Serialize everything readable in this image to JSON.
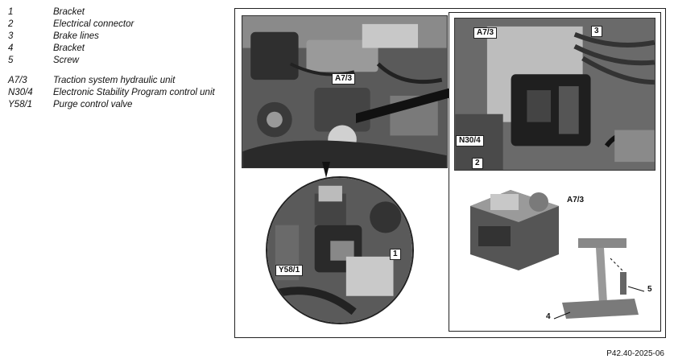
{
  "legend": {
    "parts": [
      {
        "key": "1",
        "label": "Bracket"
      },
      {
        "key": "2",
        "label": "Electrical connector"
      },
      {
        "key": "3",
        "label": "Brake lines"
      },
      {
        "key": "4",
        "label": "Bracket"
      },
      {
        "key": "5",
        "label": "Screw"
      }
    ],
    "components": [
      {
        "key": "A7/3",
        "label": "Traction system hydraulic unit"
      },
      {
        "key": "N30/4",
        "label": "Electronic Stability Program control unit"
      },
      {
        "key": "Y58/1",
        "label": "Purge control valve"
      }
    ]
  },
  "callouts": {
    "engine_a73": "A7/3",
    "detail_a73": "A7/3",
    "detail_3": "3",
    "detail_n304": "N30/4",
    "detail_2": "2",
    "unit_a73": "A7/3",
    "circle_y581": "Y58/1",
    "circle_1": "1",
    "bracket_5": "5",
    "bracket_4": "4"
  },
  "figure_code": "P42.40-2025-06",
  "colors": {
    "photo_dark": "#3a3a3a",
    "photo_mid": "#777777",
    "photo_light": "#bdbdbd",
    "ink": "#111111"
  }
}
